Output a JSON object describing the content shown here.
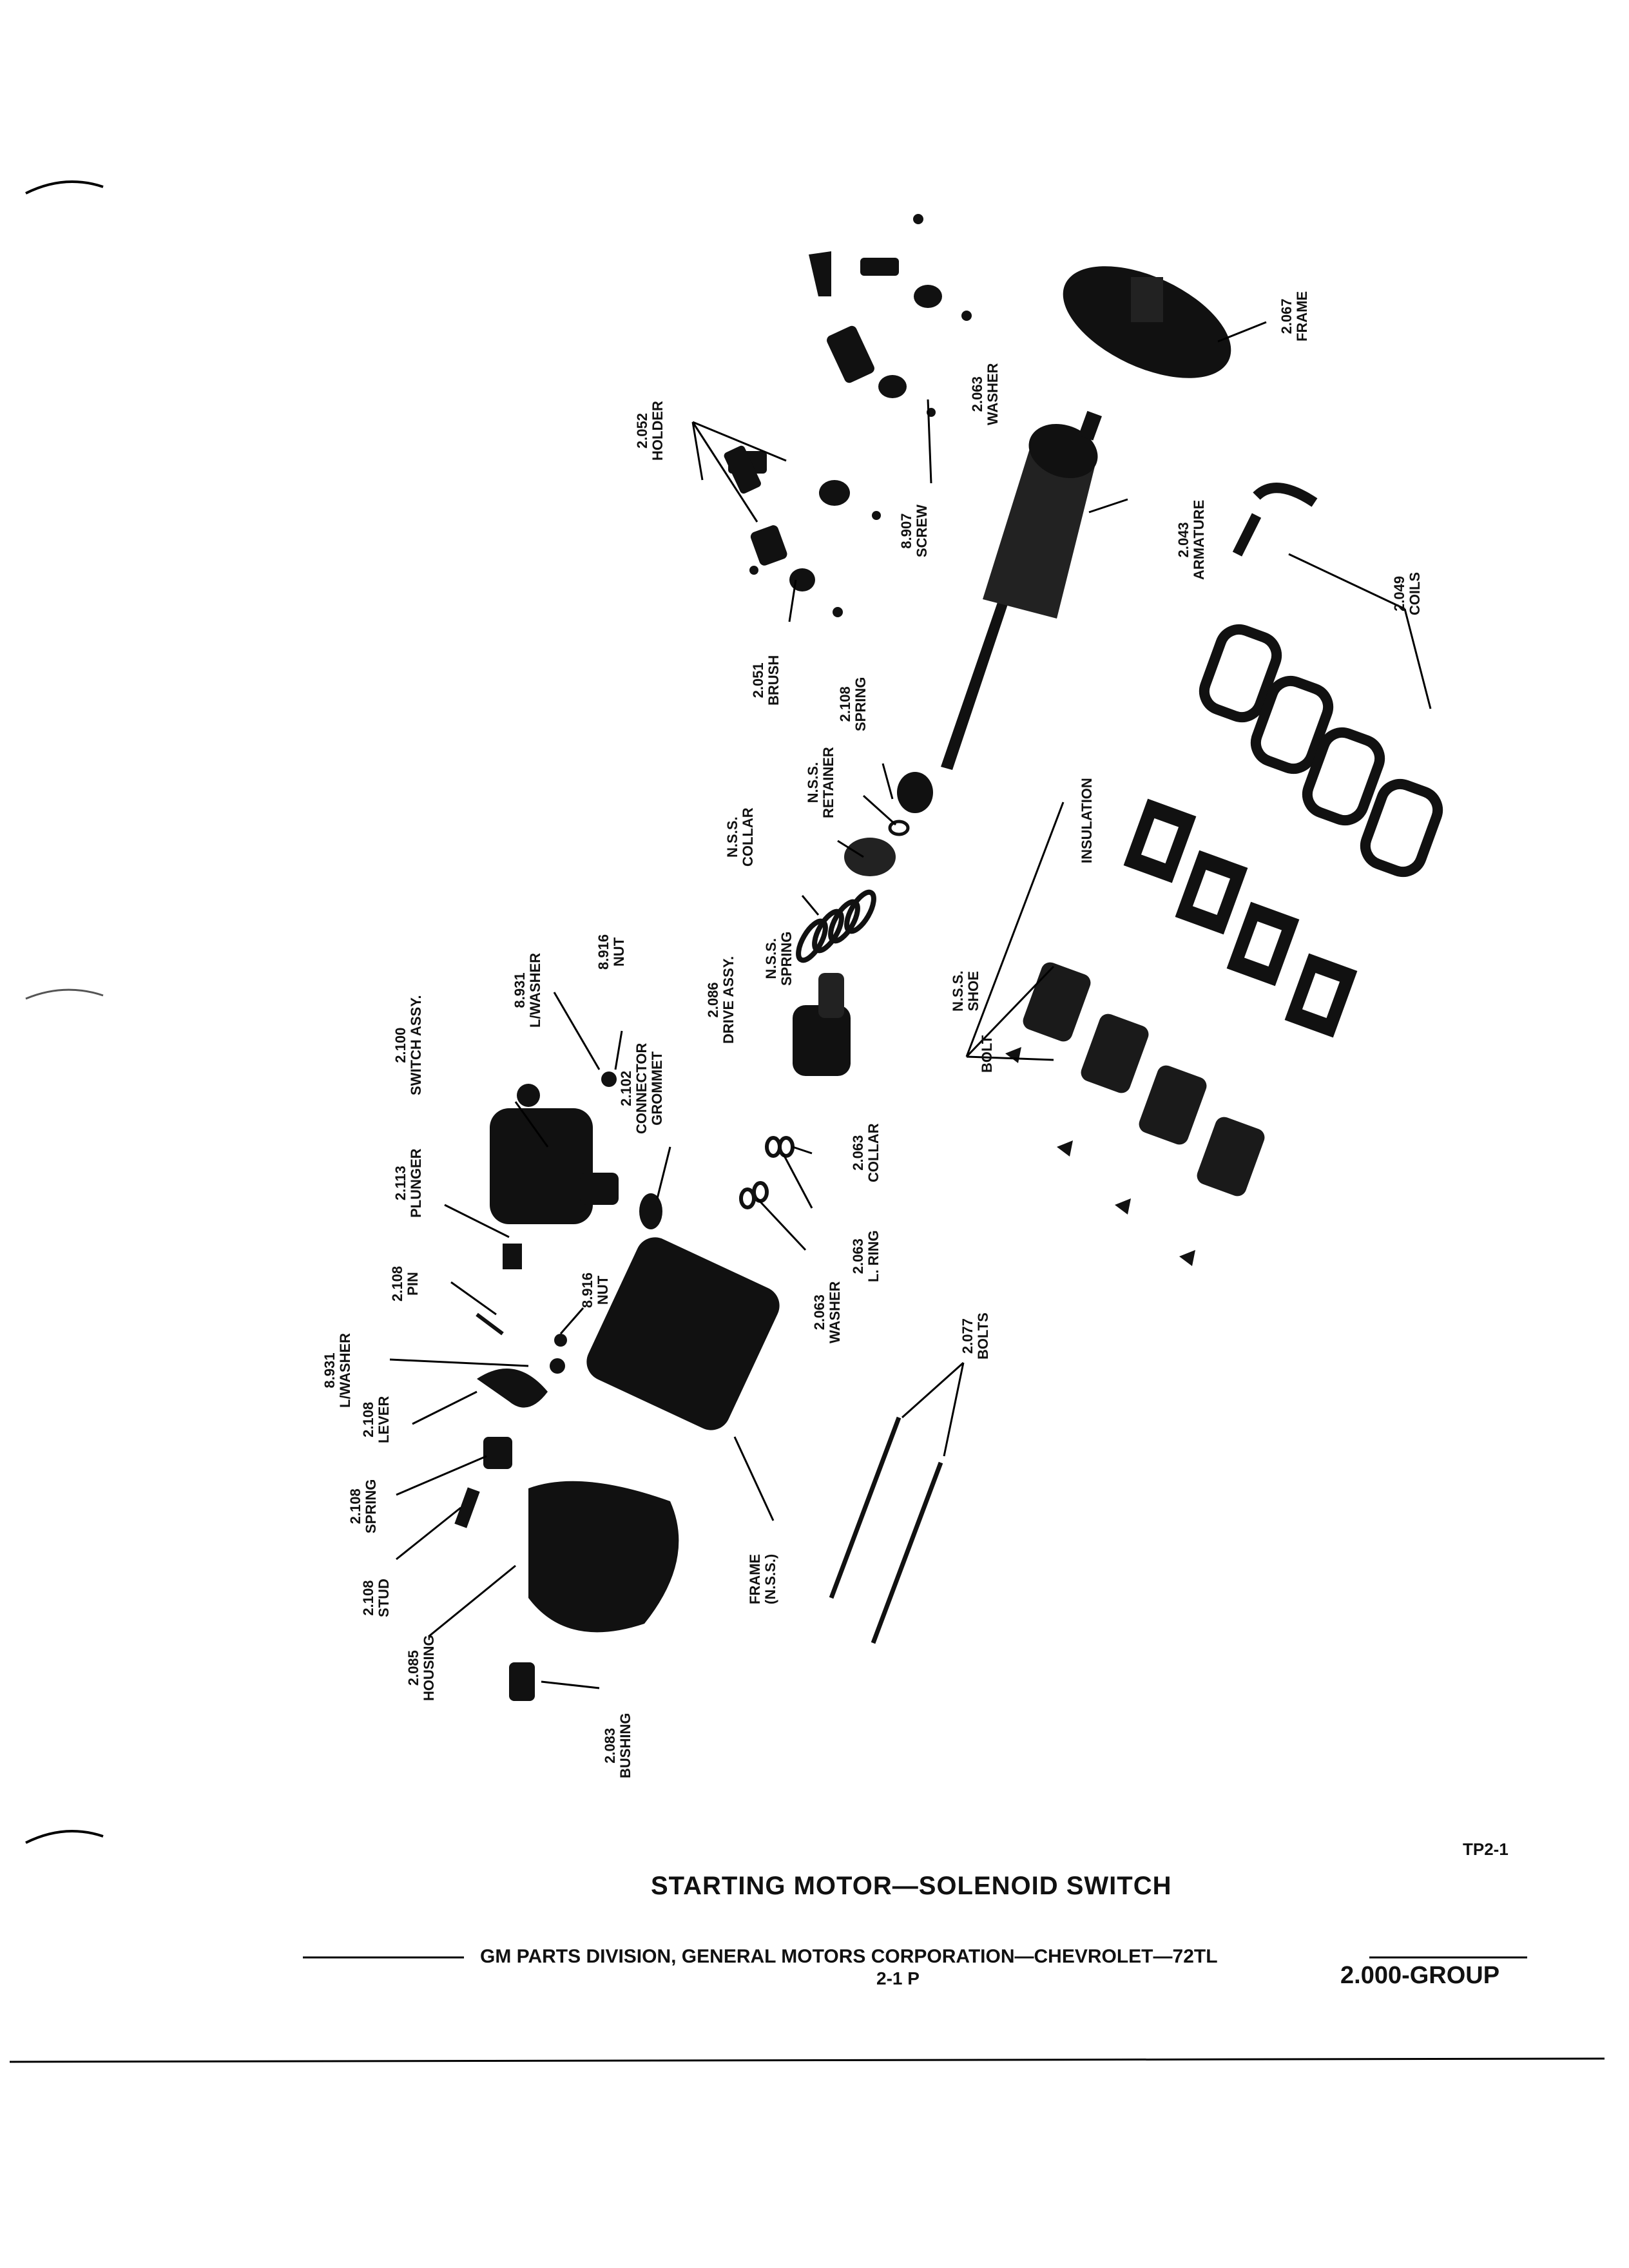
{
  "figure": {
    "labels": {
      "frame_2067": {
        "number": "2.067",
        "name": "FRAME"
      },
      "washer_2063_top": {
        "number": "2.063",
        "name": "WASHER"
      },
      "armature_2043": {
        "number": "2.043",
        "name": "ARMATURE"
      },
      "coils_2049": {
        "number": "2.049",
        "name": "COILS"
      },
      "holder_2052": {
        "number": "2.052",
        "name": "HOLDER"
      },
      "screw_8907": {
        "number": "8.907",
        "name": "SCREW"
      },
      "brush_2051": {
        "number": "2.051",
        "name": "BRUSH"
      },
      "spring_2108_top": {
        "number": "2.108",
        "name": "SPRING"
      },
      "retainer_nss": {
        "number": "N.S.S.",
        "name": "RETAINER"
      },
      "collar_nss": {
        "number": "N.S.S.",
        "name": "COLLAR"
      },
      "spring_nss": {
        "number": "N.S.S.",
        "name": "SPRING"
      },
      "insulation": {
        "name": "INSULATION"
      },
      "shoe_nss": {
        "number": "N.S.S.",
        "name": "SHOE"
      },
      "bolt": {
        "name": "BOLT"
      },
      "drive_2086": {
        "number": "2.086",
        "name": "DRIVE ASSY."
      },
      "lwasher_8931_top": {
        "number": "8.931",
        "name": "L/WASHER"
      },
      "nut_8916_top": {
        "number": "8.916",
        "name": "NUT"
      },
      "switch_2100": {
        "number": "2.100",
        "name": "SWITCH ASSY."
      },
      "connector_2102": {
        "number": "2.102",
        "name1": "CONNECTOR",
        "name2": "GROMMET"
      },
      "collar_2063": {
        "number": "2.063",
        "name": "COLLAR"
      },
      "lring_2063": {
        "number": "2.063",
        "name": "L. RING"
      },
      "washer_2063_mid": {
        "number": "2.063",
        "name": "WASHER"
      },
      "plunger_2113": {
        "number": "2.113",
        "name": "PLUNGER"
      },
      "pin_2108": {
        "number": "2.108",
        "name": "PIN"
      },
      "nut_8916_low": {
        "number": "8.916",
        "name": "NUT"
      },
      "lwasher_8931_low": {
        "number": "8.931",
        "name": "L/WASHER"
      },
      "lever_2108": {
        "number": "2.108",
        "name": "LEVER"
      },
      "spring_2108_low": {
        "number": "2.108",
        "name": "SPRING"
      },
      "stud_2108": {
        "number": "2.108",
        "name": "STUD"
      },
      "housing_2085": {
        "number": "2.085",
        "name": "HOUSING"
      },
      "bushing_2083": {
        "number": "2.083",
        "name": "BUSHING"
      },
      "frame_nss": {
        "number": "FRAME",
        "name": "(N.S.S.)"
      },
      "bolts_2077": {
        "number": "2.077",
        "name": "BOLTS"
      }
    }
  },
  "page": {
    "plate_id": "TP2-1",
    "title": "STARTING MOTOR—SOLENOID SWITCH",
    "footer": "GM PARTS DIVISION, GENERAL MOTORS CORPORATION—CHEVROLET—72TL",
    "page_number": "2-1 P",
    "group": "2.000-GROUP"
  }
}
